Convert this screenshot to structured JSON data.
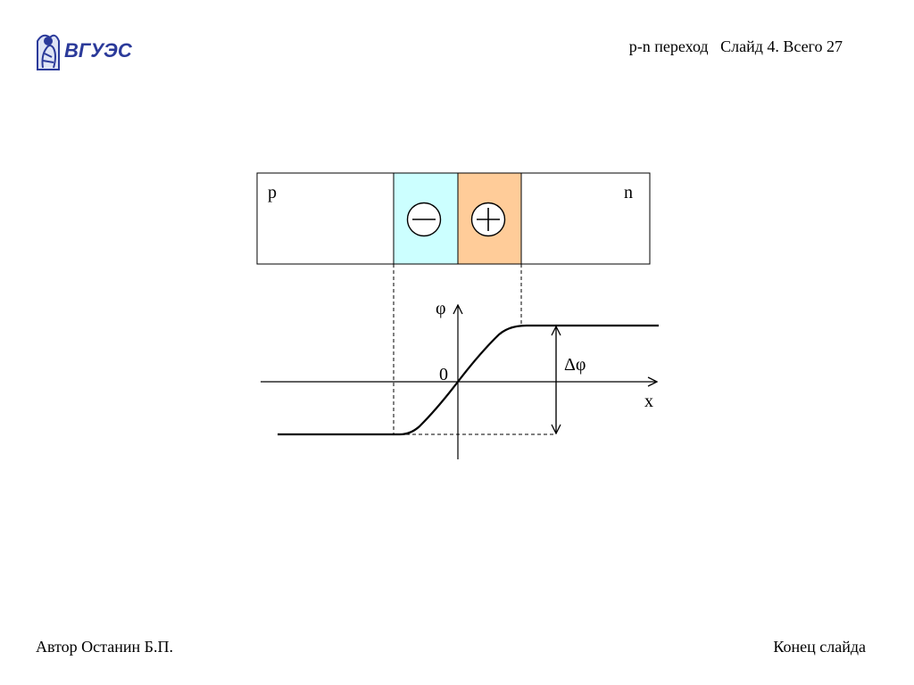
{
  "logo": {
    "text": "ВГУЭС",
    "color": "#2b3a9a"
  },
  "header": {
    "title": "p-n переход   Слайд 4. Всего 27"
  },
  "diagram": {
    "region_p_label": "p",
    "region_n_label": "n",
    "negative_charge_symbol": "minus",
    "positive_charge_symbol": "plus",
    "axis_y_label": "φ",
    "axis_x_label": "x",
    "origin_label": "0",
    "potential_diff_label": "Δφ",
    "colors": {
      "negative_region": "#ccffff",
      "positive_region": "#ffcc99",
      "stroke": "#000000"
    }
  },
  "footer": {
    "author": "Автор Останин Б.П.",
    "end_link": "Конец слайда"
  }
}
